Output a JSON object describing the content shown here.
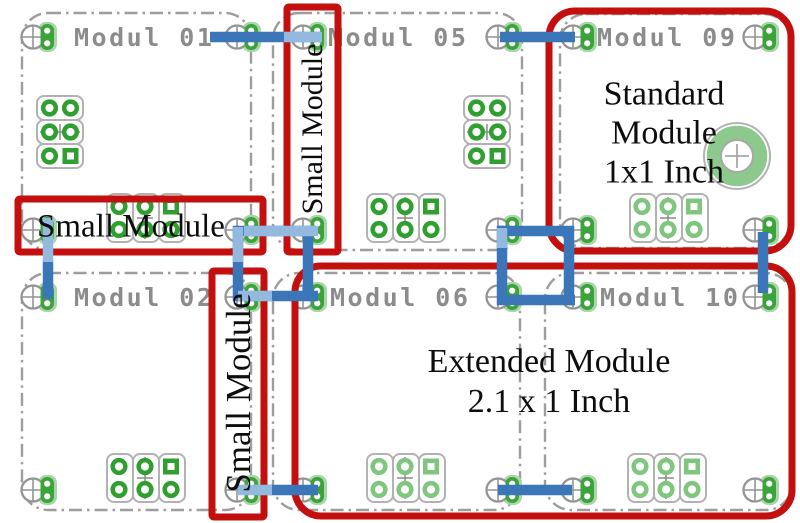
{
  "modules": [
    {
      "id": "modul-01",
      "label": "Modul 01"
    },
    {
      "id": "modul-05",
      "label": "Modul 05"
    },
    {
      "id": "modul-09",
      "label": "Modul 09"
    },
    {
      "id": "modul-02",
      "label": "Modul 02"
    },
    {
      "id": "modul-06",
      "label": "Modul 06"
    },
    {
      "id": "modul-10",
      "label": "Modul 10"
    }
  ],
  "highlights": {
    "small_module_label": "Small Module",
    "standard_module_lines": [
      "Standard",
      "Module",
      "1x1 Inch"
    ],
    "extended_module_lines": [
      "Extended Module",
      "2.1 x 1 Inch"
    ]
  },
  "colors": {
    "highlight_red": "#c40f0f",
    "bus_blue": "#3a76b8",
    "bus_blue_light": "#94b9de",
    "copper_green": "#2f9f2f",
    "copper_green_light": "#7fc67f",
    "pad_green": "#3aa43a",
    "pad_green_halo": "#a9d6a9",
    "silkscreen_gray": "#8c8c8c",
    "outline_gray": "#9d9d9d"
  }
}
